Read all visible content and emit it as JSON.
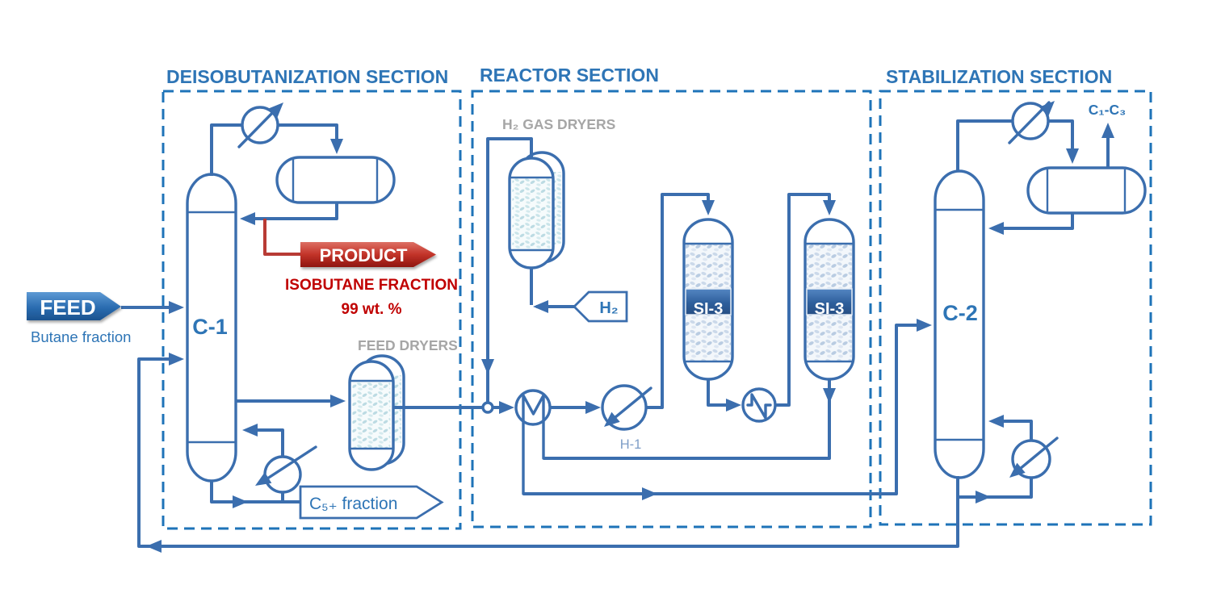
{
  "sections": {
    "deisobutanization": {
      "title": "DEISOBUTANIZATION SECTION"
    },
    "reactor": {
      "title": "REACTOR SECTION"
    },
    "stabilization": {
      "title": "STABILIZATION SECTION"
    }
  },
  "feed": {
    "label": "FEED",
    "description": "Butane fraction"
  },
  "product": {
    "label": "PRODUCT",
    "line1": "ISOBUTANE FRACTION",
    "line2": "99 wt. %"
  },
  "streams": {
    "c5_fraction": "C₅₊ fraction",
    "h2": "H₂",
    "c1_c3": "C₁-C₃"
  },
  "equipment": {
    "column1": "C-1",
    "column2": "C-2",
    "feed_dryers": "FEED DRYERS",
    "h2_gas_dryers": "H₂ GAS DRYERS",
    "heater": "H-1",
    "reactor1": "SI-3",
    "reactor2": "SI-3"
  },
  "colors": {
    "line_blue": "#3B6EAE",
    "section_border_blue": "#1E73B8",
    "heading_blue": "#2E75B6",
    "product_red": "#C00000",
    "label_gray": "#A6A6A6"
  }
}
